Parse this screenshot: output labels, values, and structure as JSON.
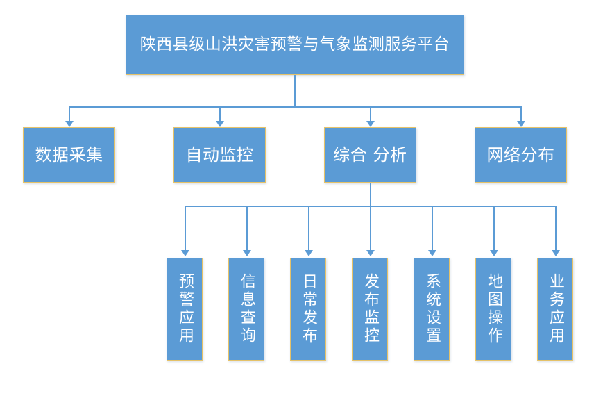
{
  "diagram": {
    "title_node": {
      "id": "root",
      "label": "陕西县级山洪灾害预警与气象监测服务平台"
    },
    "level2": [
      {
        "id": "data-collection",
        "label": "数据采集"
      },
      {
        "id": "auto-monitoring",
        "label": "自动监控"
      },
      {
        "id": "comprehensive-analysis",
        "label": "综合 分析"
      },
      {
        "id": "network-distribution",
        "label": "网络分布"
      }
    ],
    "level3": [
      {
        "id": "warning-application",
        "label": "预警应用"
      },
      {
        "id": "information-query",
        "label": "信息查询"
      },
      {
        "id": "daily-release",
        "label": "日常发布"
      },
      {
        "id": "release-monitoring",
        "label": "发布监控"
      },
      {
        "id": "system-settings",
        "label": "系统设置"
      },
      {
        "id": "map-operation",
        "label": "地图操作"
      },
      {
        "id": "business-application",
        "label": "业务应用"
      }
    ],
    "colors": {
      "node_fill": "#5b9bd5",
      "node_border": "#e5c269",
      "node_text": "#ffffff",
      "connector": "#5b9bd5",
      "background": "#ffffff"
    }
  }
}
